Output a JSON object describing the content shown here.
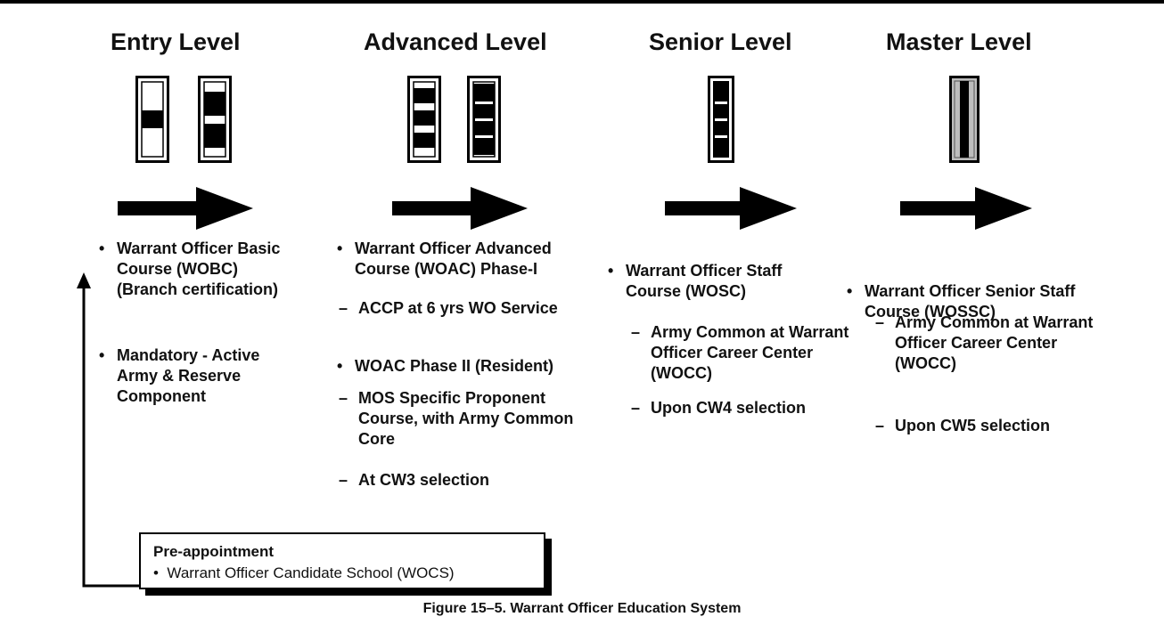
{
  "levels": [
    {
      "heading": "Entry Level",
      "bullets": [
        "Warrant Officer Basic Course (WOBC) (Branch certification)",
        "Mandatory - Active Army & Reserve Component"
      ]
    },
    {
      "heading": "Advanced Level",
      "bullets": [
        "Warrant Officer Advanced Course (WOAC) Phase-I",
        "WOAC Phase II (Resident)"
      ],
      "subitems": [
        "ACCP at 6 yrs WO Service",
        "MOS Specific Proponent Course, with Army Common Core",
        "At CW3 selection"
      ]
    },
    {
      "heading": "Senior Level",
      "bullets": [
        "Warrant Officer Staff Course (WOSC)"
      ],
      "subitems": [
        "Army Common at Warrant Officer Career Center (WOCC)",
        "Upon CW4 selection"
      ]
    },
    {
      "heading": "Master Level",
      "bullets": [
        "Warrant Officer  Senior Staff Course (WOSSC)"
      ],
      "subitems": [
        "Army Common at Warrant Officer Career Center (WOCC)",
        "Upon CW5 selection"
      ]
    }
  ],
  "pre_appointment": {
    "title": "Pre-appointment",
    "item": "Warrant Officer Candidate School (WOCS)"
  },
  "caption": "Figure 15–5. Warrant Officer Education System"
}
